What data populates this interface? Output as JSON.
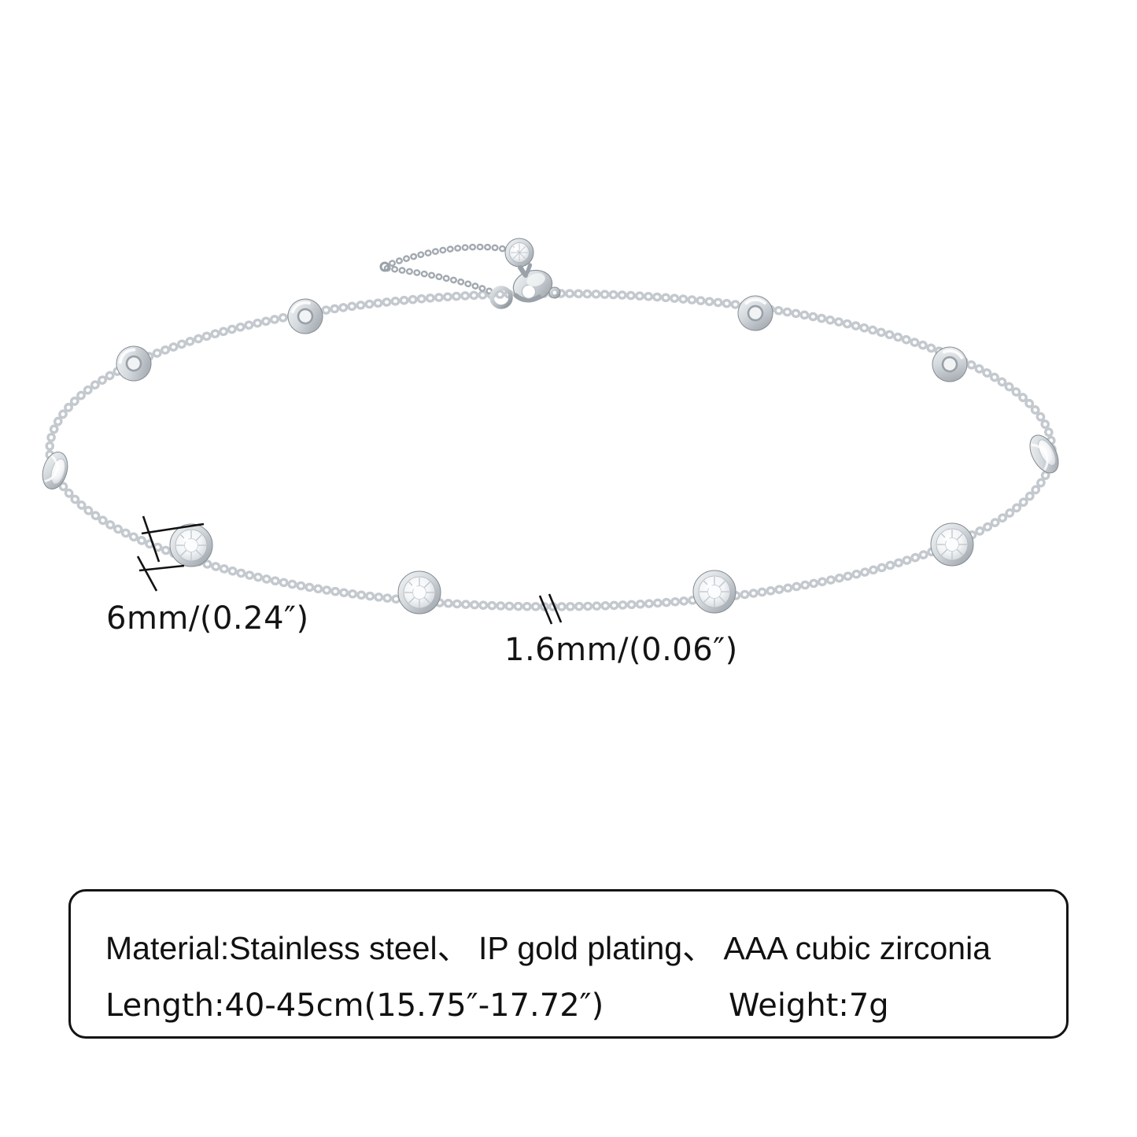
{
  "page": {
    "background_color": "#ffffff"
  },
  "annotations": {
    "stone_diameter_label": "6mm/(0.24″)",
    "chain_thickness_label": "1.6mm/(0.06″)"
  },
  "info_box": {
    "material_line": "Material:Stainless steel、 IP gold plating、 AAA cubic zirconia",
    "length_label": "Length:40-45cm(15.75″-17.72″)",
    "weight_label": "Weight:7g"
  },
  "necklace": {
    "visible_round_cz_stones": 4,
    "visible_spacer_beads": 4,
    "visible_edge_on_stones": 2,
    "clasp": "lobster-clasp",
    "extender_end": "round cz drop"
  },
  "colors": {
    "text": "#141414",
    "box_border": "#141414",
    "silver_light": "#f4f6f7",
    "silver_mid": "#c6ccd1",
    "silver_dark": "#989fa6",
    "chain_link": "#b6bcc3"
  }
}
